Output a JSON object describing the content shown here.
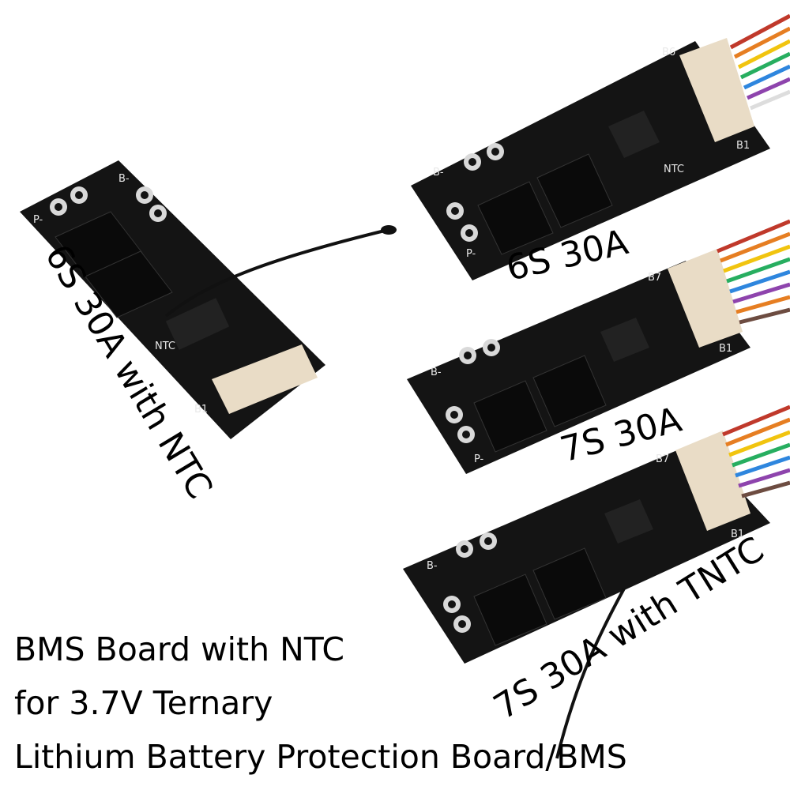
{
  "labels": {
    "board1": "6S 30A with NTC",
    "board2": "6S 30A",
    "board3": "7S 30A",
    "board4": "7S 30A with TNTC"
  },
  "caption": {
    "line1": "BMS Board with NTC",
    "line2": "for 3.7V Ternary",
    "line3": "Lithium Battery Protection Board/BMS"
  },
  "silkscreen": {
    "b_minus": "B-",
    "p_minus": "P-",
    "b6": "B6",
    "b7": "B7",
    "b1": "B1",
    "ntc": "NTC"
  },
  "colors": {
    "board": "#141414",
    "pad": "#d9d9d9",
    "connector": "#e9dcc6",
    "wires": [
      "#c0392b",
      "#e67e22",
      "#f1c40f",
      "#27ae60",
      "#2e86de",
      "#8e44ad",
      "#ffffff",
      "#6d4c41"
    ]
  }
}
